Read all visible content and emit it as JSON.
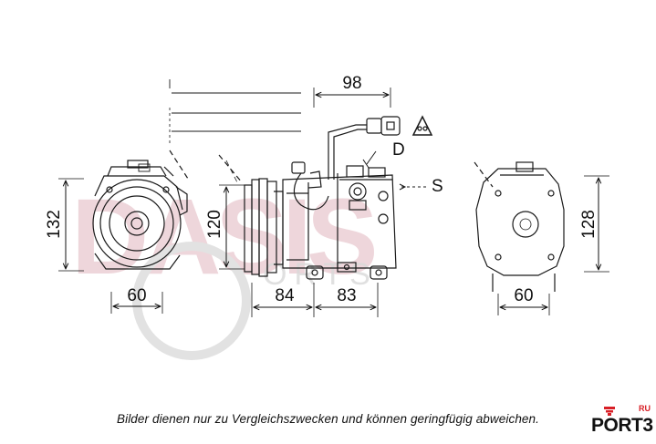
{
  "diagram": {
    "dimensions": {
      "left_height": "132",
      "left_width": "60",
      "middle_height": "120",
      "clutch_length": "84",
      "body_length": "83",
      "top_length": "98",
      "right_height": "128",
      "right_width": "60"
    },
    "labels": {
      "discharge": "D",
      "suction": "S"
    }
  },
  "caption": "Bilder dienen nur zu Vergleichszwecken und können geringfügig abweichen.",
  "logo": {
    "text": "PORT3",
    "superscript": "RU",
    "brand_color": "#d81f26"
  },
  "colors": {
    "line": "#1a1a1a",
    "watermark": "#e9c9cf"
  }
}
